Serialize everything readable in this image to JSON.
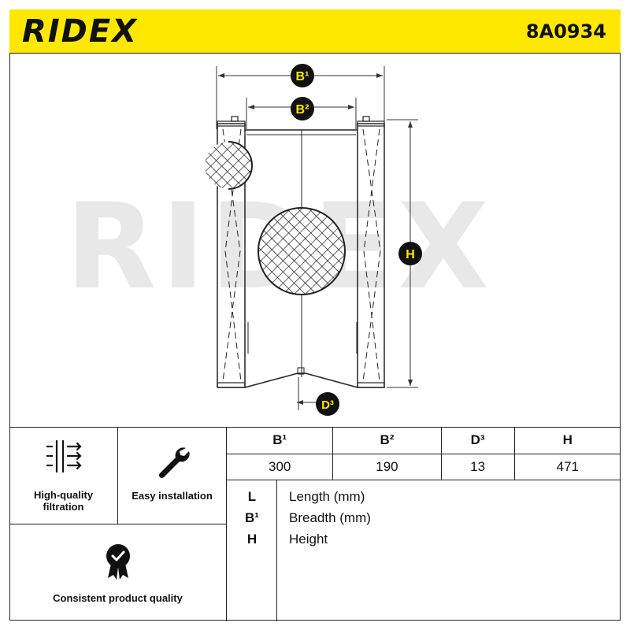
{
  "header": {
    "brand": "RIDEX",
    "part_number": "8A0934"
  },
  "diagram": {
    "watermark": "RIDEX",
    "labels": {
      "b1": "B¹",
      "b2": "B²",
      "h": "H",
      "d3": "D³"
    }
  },
  "features": [
    {
      "label_line1": "High-quality",
      "label_line2": "filtration",
      "icon": "filter-flow-icon"
    },
    {
      "label_line1": "Easy installation",
      "icon": "wrench-icon"
    },
    {
      "label_line1": "Consistent product quality",
      "icon": "quality-seal-icon"
    }
  ],
  "dimensions": {
    "headers": [
      "B¹",
      "B²",
      "D³",
      "H"
    ],
    "values": [
      "300",
      "190",
      "13",
      "471"
    ]
  },
  "legend": [
    {
      "key": "L",
      "text": "Length (mm)"
    },
    {
      "key": "B¹",
      "text": "Breadth (mm)"
    },
    {
      "key": "H",
      "text": "Height"
    }
  ],
  "colors": {
    "brand_yellow": "#ffe800",
    "ink": "#111111",
    "watermark": "#e8e8e8"
  }
}
